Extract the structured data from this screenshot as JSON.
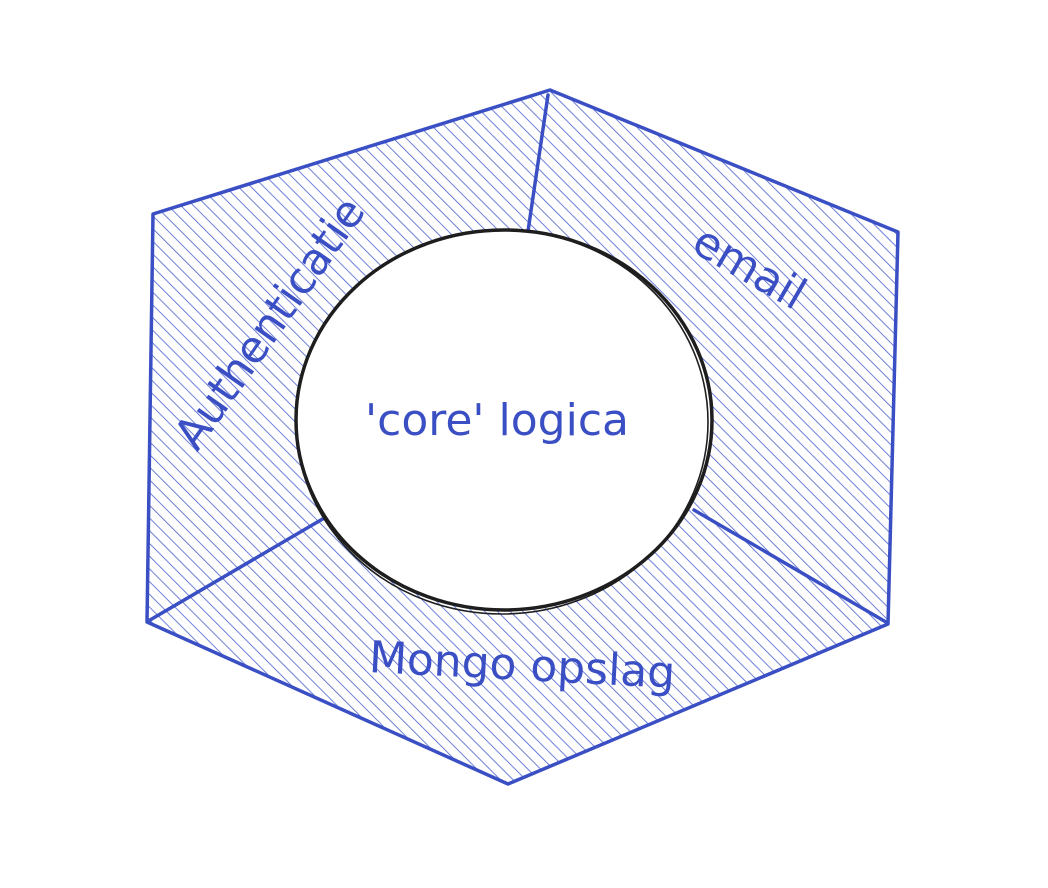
{
  "diagram": {
    "core_label": "'core' logica",
    "segments": [
      {
        "id": "auth",
        "label": "Authenticatie"
      },
      {
        "id": "email",
        "label": "email"
      },
      {
        "id": "storage",
        "label": "Mongo opslag"
      }
    ]
  },
  "colors": {
    "stroke_blue": "#3b4fc4",
    "hatch_blue": "#4a5fd0",
    "core_stroke": "#1e1e1e",
    "background": "#ffffff"
  }
}
